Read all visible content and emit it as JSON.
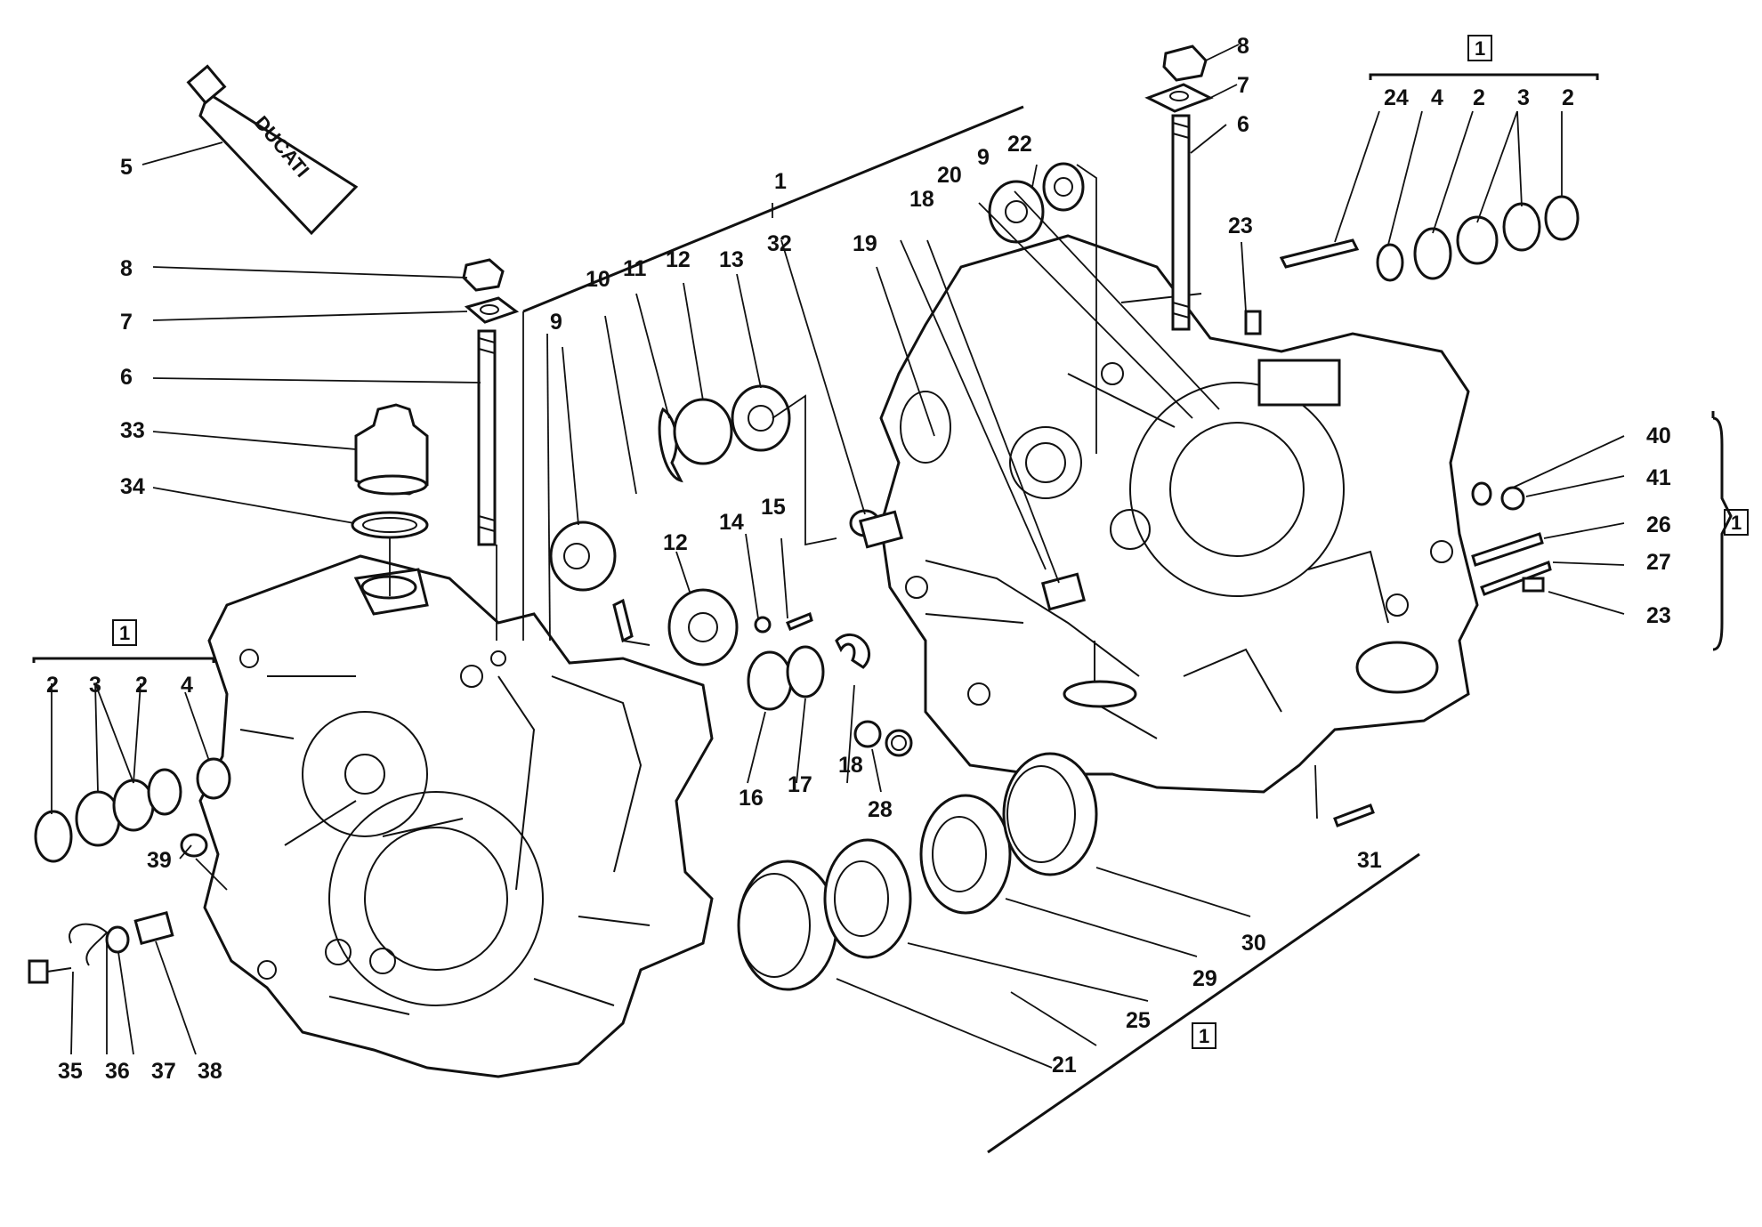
{
  "diagram": {
    "tube_brand": "DUCATI",
    "callouts": [
      "1",
      "2",
      "3",
      "4",
      "5",
      "6",
      "7",
      "8",
      "9",
      "10",
      "11",
      "12",
      "13",
      "14",
      "15",
      "16",
      "17",
      "18",
      "19",
      "20",
      "21",
      "22",
      "23",
      "24",
      "25",
      "26",
      "27",
      "28",
      "29",
      "30",
      "31",
      "32",
      "33",
      "34",
      "35",
      "36",
      "37",
      "38",
      "39",
      "40",
      "41"
    ],
    "kit_box_label": "1",
    "colors": {
      "ink": "#111111",
      "paper": "#ffffff"
    }
  }
}
